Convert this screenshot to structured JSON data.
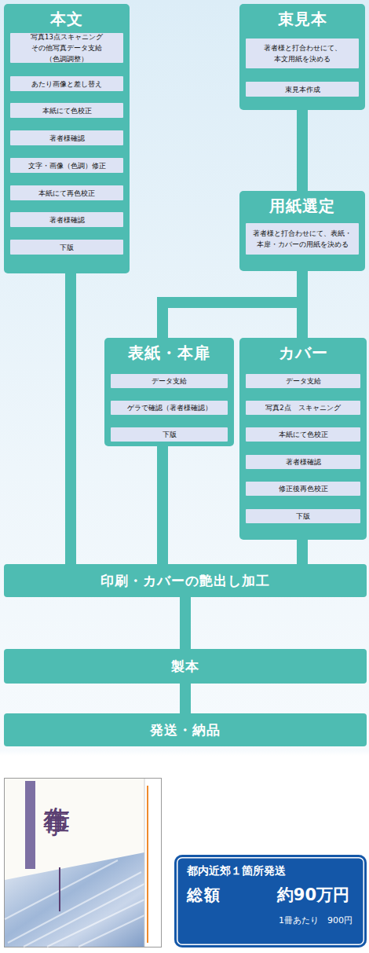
{
  "diagram": {
    "nodes": [
      {
        "text": [
          "本文"
        ]
      },
      {
        "text": [
          "写真13点スキャニング その他写真データ支給（色調調整）"
        ],
        "in": 0
      },
      {
        "text": [
          "あたり画像と差し替え"
        ],
        "in": 0
      },
      {
        "text": [
          "本紙にて色校正"
        ],
        "in": 0
      },
      {
        "text": [
          "著者様確認"
        ],
        "in": 0
      },
      {
        "text": [
          "文字・画像（色調）修正"
        ],
        "in": 0
      },
      {
        "text": [
          "本紙にて再色校正"
        ],
        "in": 0
      },
      {
        "text": [
          "著者様確認"
        ],
        "in": 0
      },
      {
        "text": [
          "下版"
        ],
        "in": 0
      },
      {
        "text": [
          "束見本"
        ]
      },
      {
        "text": [
          "著者様と打合わせにて、本文用紙を決める"
        ],
        "in": 9
      },
      {
        "text": [
          "束見本作成"
        ],
        "in": 9
      },
      {
        "text": [
          "用紙選定"
        ]
      },
      {
        "text": [
          "著者様と打合わせにて、表紙・本扉・カバーの用紙を決める"
        ],
        "in": 12
      },
      {
        "text": [
          "表紙・本扉"
        ]
      },
      {
        "text": [
          "データ支給"
        ],
        "in": 14
      },
      {
        "text": [
          "ゲラで確認（著者様確認）"
        ],
        "in": 14
      },
      {
        "text": [
          "下版"
        ],
        "in": 14
      },
      {
        "text": [
          "カバー"
        ]
      },
      {
        "text": [
          "データ支給"
        ],
        "in": 18
      },
      {
        "text": [
          "写真2点　スキャニング"
        ],
        "in": 18
      },
      {
        "text": [
          "本紙にて色校正"
        ],
        "in": 18
      },
      {
        "text": [
          "著者様確認"
        ],
        "in": 18
      },
      {
        "text": [
          "修正後再色校正"
        ],
        "in": 18
      },
      {
        "text": [
          "下版"
        ],
        "in": 18
      },
      {
        "text": [
          "印刷・カバーの艶出し加工"
        ]
      },
      {
        "text": [
          "製本"
        ]
      },
      {
        "text": [
          "発送・納品"
        ]
      },
      {
        "text": [
          "都内近郊１箇所発送",
          "総額",
          "約90万円",
          "1冊あたり　900円"
        ]
      }
    ],
    "edges": [
      {
        "from": 0,
        "to": 25,
        "arrow": "none"
      },
      {
        "from": 9,
        "to": 12,
        "arrow": "none"
      },
      {
        "from": 12,
        "to": 14,
        "arrow": "none"
      },
      {
        "from": 12,
        "to": 18,
        "arrow": "none"
      },
      {
        "from": 14,
        "to": 25,
        "arrow": "none"
      },
      {
        "from": 18,
        "to": 25,
        "arrow": "none"
      },
      {
        "from": 25,
        "to": 26,
        "arrow": "none"
      },
      {
        "from": 26,
        "to": 27,
        "arrow": "none"
      }
    ],
    "labels": [
      "布仕事"
    ]
  }
}
